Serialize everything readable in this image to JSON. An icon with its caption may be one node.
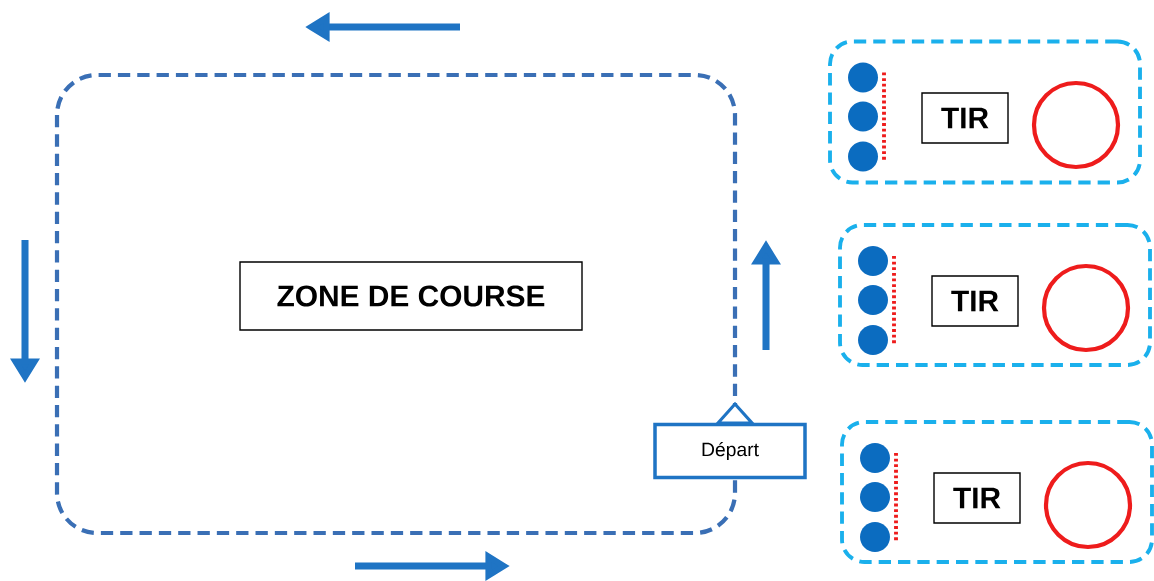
{
  "diagram": {
    "nodes": [
      {
        "text": [
          "ZONE DE COURSE"
        ]
      },
      {
        "text": [
          "Départ"
        ]
      },
      {
        "text": [],
        "shape": "box"
      },
      {
        "text": [
          "TIR"
        ],
        "in": 2
      },
      {
        "text": [],
        "shape": "circle",
        "in": 2
      },
      {
        "text": [],
        "shape": "box"
      },
      {
        "text": [
          "TIR"
        ],
        "in": 5
      },
      {
        "text": [],
        "shape": "circle",
        "in": 5
      },
      {
        "text": [],
        "shape": "box"
      },
      {
        "text": [
          "TIR"
        ],
        "in": 8
      },
      {
        "text": [],
        "shape": "circle",
        "in": 8
      }
    ]
  }
}
